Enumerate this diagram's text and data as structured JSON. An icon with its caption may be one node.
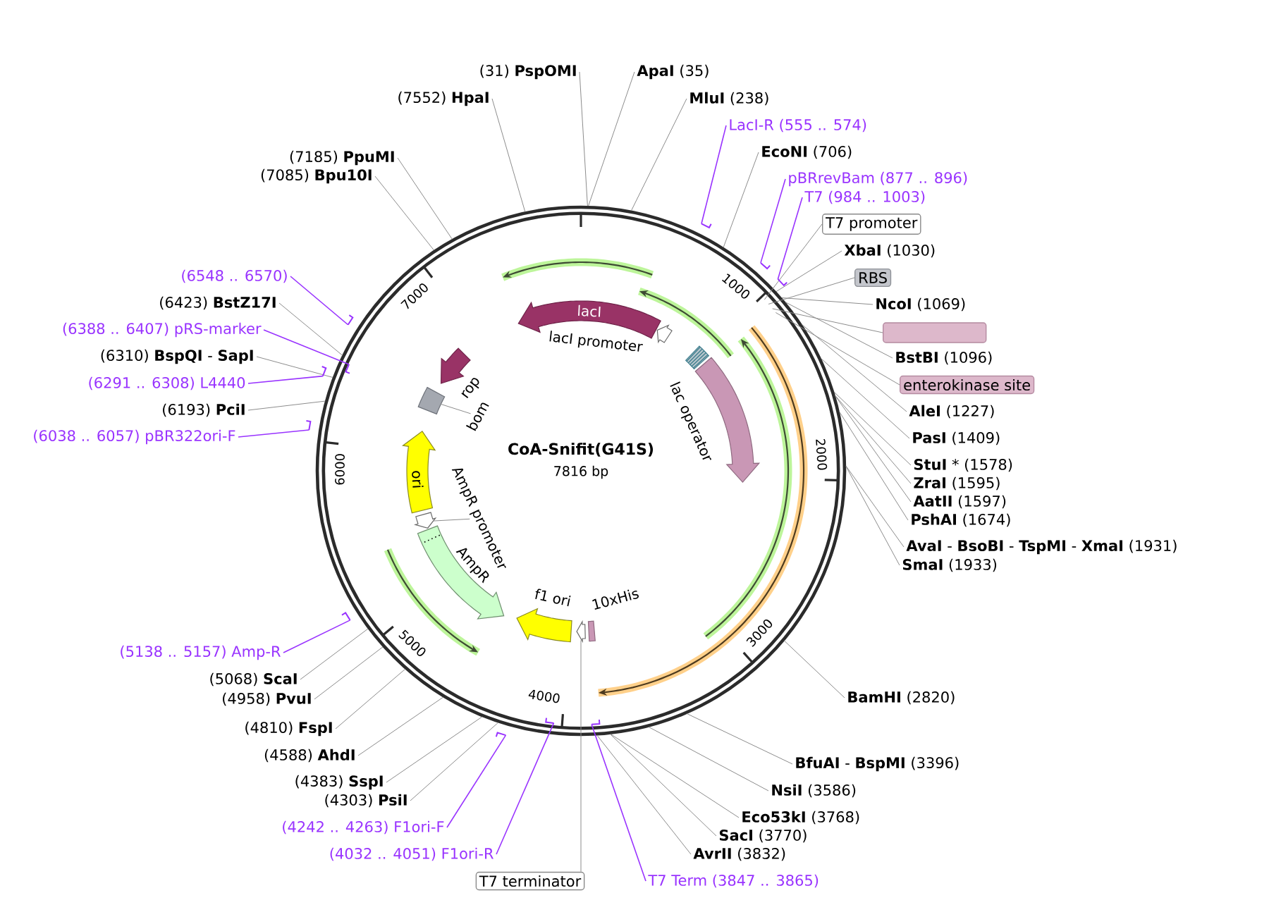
{
  "diagram": {
    "title": "CoA-Snifit(G41S)",
    "nodes": [
      {
        "text": [
          "(31) **PspOMI**"
        ]
      },
      {
        "text": [
          "**ApaI** (35)"
        ]
      },
      {
        "text": [
          "(7552) **HpaI**"
        ]
      },
      {
        "text": [
          "**MluI** (238)"
        ]
      },
      {
        "text": [
          "LacI-R (555 .. 574)"
        ]
      },
      {
        "text": [
          "**EcoNI** (706)"
        ]
      },
      {
        "text": [
          "pBRrevBam (877 .. 896)"
        ]
      },
      {
        "text": [
          "T7 (984 .. 1003)"
        ]
      },
      {
        "text": [
          "T7 promoter"
        ]
      },
      {
        "text": [
          "**XbaI** (1030)"
        ]
      },
      {
        "text": [
          "RBS"
        ]
      },
      {
        "text": [
          "**NcoI** (1069)"
        ]
      },
      {
        "text": [],
        "shape": "box"
      },
      {
        "text": [
          "**BstBI** (1096)"
        ]
      },
      {
        "text": [
          "enterokinase site"
        ]
      },
      {
        "text": [
          "**AleI** (1227)"
        ]
      },
      {
        "text": [
          "**PasI** (1409)"
        ]
      },
      {
        "text": [
          "**StuI** * (1578)"
        ]
      },
      {
        "text": [
          "**ZraI** (1595)"
        ]
      },
      {
        "text": [
          "**AatII** (1597)"
        ]
      },
      {
        "text": [
          "**PshAI** (1674)"
        ]
      },
      {
        "text": [
          "**AvaI** - **BsoBI** - **TspMI** - **XmaI** (1931)"
        ]
      },
      {
        "text": [
          "**SmaI** (1933)"
        ]
      },
      {
        "text": [
          "**BamHI** (2820)"
        ]
      },
      {
        "text": [
          "**BfuAI** - **BspMI** (3396)"
        ]
      },
      {
        "text": [
          "**NsiI** (3586)"
        ]
      },
      {
        "text": [
          "**Eco53kI** (3768)"
        ]
      },
      {
        "text": [
          "**SacI** (3770)"
        ]
      },
      {
        "text": [
          "**AvrII** (3832)"
        ]
      },
      {
        "text": [
          "T7 Term (3847 .. 3865)"
        ]
      },
      {
        "text": [
          "T7 terminator"
        ]
      },
      {
        "text": [
          "(4032 .. 4051) F1ori-R"
        ]
      },
      {
        "text": [
          "(4242 .. 4263) F1ori-F"
        ]
      },
      {
        "text": [
          "(4303) **PsiI**"
        ]
      },
      {
        "text": [
          "(4383) **SspI**"
        ]
      },
      {
        "text": [
          "(4588) **AhdI**"
        ]
      },
      {
        "text": [
          "(4810) **FspI**"
        ]
      },
      {
        "text": [
          "(4958) **PvuI**"
        ]
      },
      {
        "text": [
          "(5068) **ScaI**"
        ]
      },
      {
        "text": [
          "(5138 .. 5157) Amp-R"
        ]
      },
      {
        "text": [
          "(6038 .. 6057) pBR322ori-F"
        ]
      },
      {
        "text": [
          "(6193) **PciI**"
        ]
      },
      {
        "text": [
          "(6291 .. 6308) L4440"
        ]
      },
      {
        "text": [
          "(6310) **BspQI** - **SapI**"
        ]
      },
      {
        "text": [
          "(6388 .. 6407) pRS-marker"
        ]
      },
      {
        "text": [
          "(6423) **BstZ17I**"
        ]
      },
      {
        "text": [
          "(6548 .. 6570)"
        ]
      },
      {
        "text": [
          "(7085) **Bpu10I**"
        ]
      },
      {
        "text": [
          "(7185) **PpuMI**"
        ]
      },
      {
        "text": [
          "lacI"
        ]
      },
      {
        "text": [
          "lacI promoter"
        ]
      },
      {
        "text": [
          "lac operator"
        ]
      },
      {
        "text": [],
        "shape": "arrow"
      },
      {
        "text": [
          "rop"
        ]
      },
      {
        "text": [],
        "shape": "box"
      },
      {
        "text": [
          "bom"
        ]
      },
      {
        "text": [
          "ori"
        ]
      },
      {
        "text": [],
        "shape": "arrow"
      },
      {
        "text": [
          "AmpR promoter"
        ]
      },
      {
        "text": [
          "AmpR"
        ]
      },
      {
        "text": [
          "f1 ori"
        ]
      },
      {
        "text": [],
        "shape": "arrow"
      },
      {
        "text": [
          "10xHis"
        ]
      }
    ],
    "edges": [
      {
        "from": 0,
        "to": null,
        "arrow": "none"
      },
      {
        "from": 1,
        "to": null,
        "arrow": "none"
      },
      {
        "from": 2,
        "to": null,
        "arrow": "none"
      },
      {
        "from": 3,
        "to": null,
        "arrow": "none"
      },
      {
        "from": 4,
        "to": null,
        "arrow": "none",
        "color": "#9933ff"
      },
      {
        "from": 5,
        "to": null,
        "arrow": "none"
      },
      {
        "from": 6,
        "to": null,
        "arrow": "none",
        "color": "#9933ff"
      },
      {
        "from": 7,
        "to": null,
        "arrow": "none",
        "color": "#9933ff"
      },
      {
        "from": 8,
        "to": null,
        "arrow": "none"
      },
      {
        "from": 9,
        "to": null,
        "arrow": "none"
      },
      {
        "from": 10,
        "to": null,
        "arrow": "none"
      },
      {
        "from": 11,
        "to": null,
        "arrow": "none"
      },
      {
        "from": 12,
        "to": null,
        "arrow": "none"
      },
      {
        "from": 13,
        "to": null,
        "arrow": "none"
      },
      {
        "from": 14,
        "to": null,
        "arrow": "none"
      },
      {
        "from": 15,
        "to": null,
        "arrow": "none"
      },
      {
        "from": 16,
        "to": null,
        "arrow": "none"
      },
      {
        "from": 17,
        "to": null,
        "arrow": "none"
      },
      {
        "from": 18,
        "to": null,
        "arrow": "none"
      },
      {
        "from": 19,
        "to": null,
        "arrow": "none"
      },
      {
        "from": 20,
        "to": null,
        "arrow": "none"
      },
      {
        "from": 21,
        "to": null,
        "arrow": "none"
      },
      {
        "from": 22,
        "to": null,
        "arrow": "none"
      },
      {
        "from": 23,
        "to": null,
        "arrow": "none"
      },
      {
        "from": 24,
        "to": null,
        "arrow": "none"
      },
      {
        "from": 25,
        "to": null,
        "arrow": "none"
      },
      {
        "from": 26,
        "to": null,
        "arrow": "none"
      },
      {
        "from": 27,
        "to": null,
        "arrow": "none"
      },
      {
        "from": 28,
        "to": null,
        "arrow": "none"
      },
      {
        "from": 29,
        "to": null,
        "arrow": "none",
        "color": "#9933ff"
      },
      {
        "from": 30,
        "to": 61,
        "arrow": "none"
      },
      {
        "from": 31,
        "to": null,
        "arrow": "none",
        "color": "#9933ff"
      },
      {
        "from": 32,
        "to": null,
        "arrow": "none",
        "color": "#9933ff"
      },
      {
        "from": 33,
        "to": null,
        "arrow": "none"
      },
      {
        "from": 34,
        "to": null,
        "arrow": "none"
      },
      {
        "from": 35,
        "to": null,
        "arrow": "none"
      },
      {
        "from": 36,
        "to": null,
        "arrow": "none"
      },
      {
        "from": 37,
        "to": null,
        "arrow": "none"
      },
      {
        "from": 38,
        "to": null,
        "arrow": "none"
      },
      {
        "from": 39,
        "to": null,
        "arrow": "none",
        "color": "#9933ff"
      },
      {
        "from": 40,
        "to": null,
        "arrow": "none",
        "color": "#9933ff"
      },
      {
        "from": 41,
        "to": null,
        "arrow": "none"
      },
      {
        "from": 42,
        "to": null,
        "arrow": "none",
        "color": "#9933ff"
      },
      {
        "from": 43,
        "to": null,
        "arrow": "none"
      },
      {
        "from": 44,
        "to": null,
        "arrow": "none",
        "color": "#9933ff"
      },
      {
        "from": 45,
        "to": null,
        "arrow": "none"
      },
      {
        "from": 46,
        "to": null,
        "arrow": "none",
        "color": "#9933ff"
      },
      {
        "from": 47,
        "to": null,
        "arrow": "none"
      },
      {
        "from": 48,
        "to": null,
        "arrow": "none"
      },
      {
        "from": 55,
        "to": 54,
        "arrow": "none"
      },
      {
        "from": 58,
        "to": 57,
        "arrow": "none"
      }
    ],
    "labels": [
      "7000",
      "1000",
      "6000",
      "7816 bp",
      "2000",
      "5000",
      "3000",
      "4000"
    ]
  }
}
